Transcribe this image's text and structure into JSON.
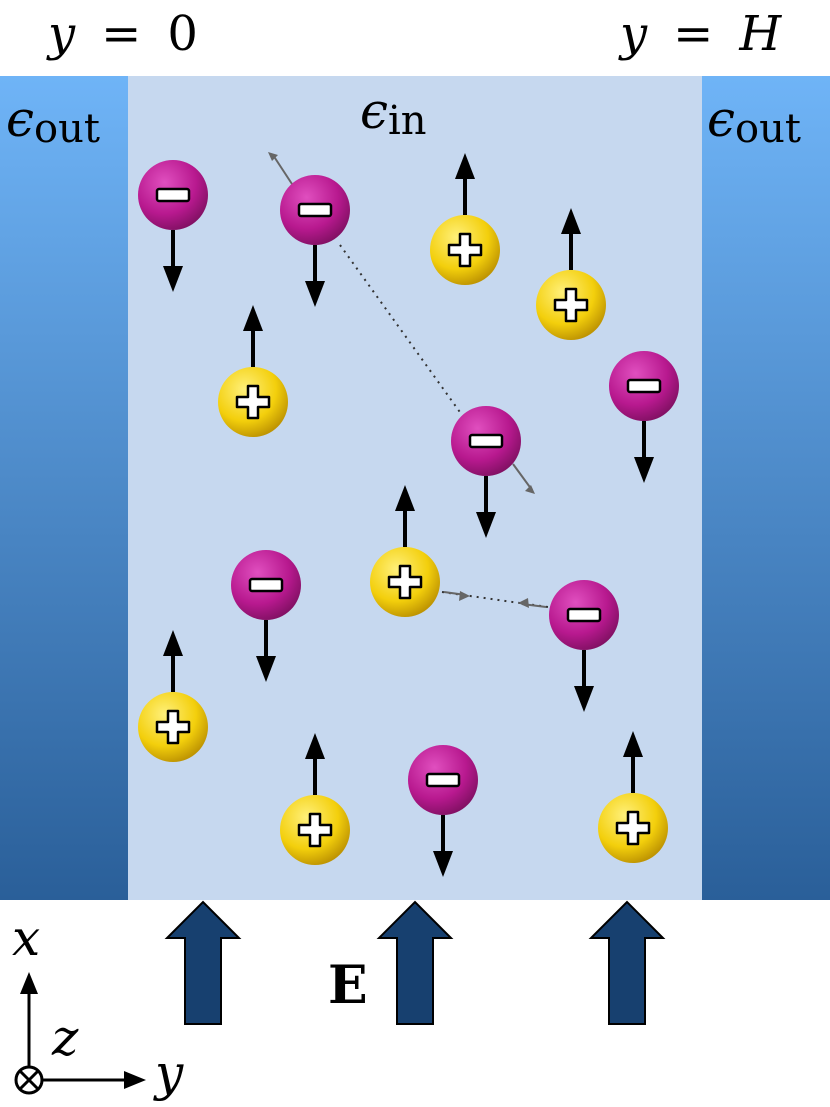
{
  "labels": {
    "wall_left_y": "y",
    "wall_left_value": "0",
    "wall_right_y": "y",
    "wall_right_value": "H",
    "equals": "=",
    "eps_symbol": "ϵ",
    "eps_out_sub": "out",
    "eps_in_sub": "in",
    "field": "E",
    "axis_x": "x",
    "axis_y": "y",
    "axis_z": "z"
  },
  "colors": {
    "channel": "#c6d8ef",
    "wall_top": "#6fb4f7",
    "wall_bottom": "#2a5f99",
    "anion": "#b8198f",
    "cation": "#f3cf0c",
    "field_arrow": "#17406f",
    "force_arrow": "#000000",
    "interaction": "#666666"
  },
  "icons": {
    "anion": "minus-sign-icon",
    "cation": "plus-sign-icon",
    "field": "up-arrow-icon",
    "axis_z": "into-page-icon"
  },
  "ions": [
    {
      "sign": "-"
    },
    {
      "sign": "-"
    },
    {
      "sign": "+"
    },
    {
      "sign": "+"
    },
    {
      "sign": "+"
    },
    {
      "sign": "-"
    },
    {
      "sign": "-"
    },
    {
      "sign": "+"
    },
    {
      "sign": "-"
    },
    {
      "sign": "-"
    },
    {
      "sign": "+"
    },
    {
      "sign": "+"
    },
    {
      "sign": "-"
    },
    {
      "sign": "+"
    }
  ]
}
